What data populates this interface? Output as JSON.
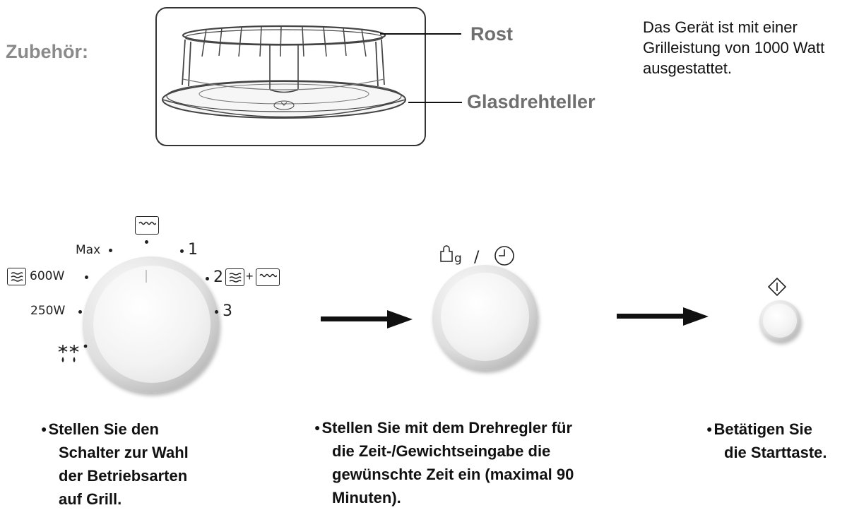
{
  "accessories": {
    "heading": "Zubehör:",
    "rack_label": "Rost",
    "plate_label": "Glasdrehteller"
  },
  "info_text": "Das Gerät ist mit einer Grilleistung von 1000 Watt ausgestattet.",
  "mode_dial": {
    "labels": {
      "max": "Max",
      "w600": "600W",
      "w250": "250W",
      "one": "1",
      "two": "2",
      "three": "3"
    },
    "icons": [
      "grill-icon",
      "microwave-icon",
      "defrost-icon",
      "combi-microwave-icon",
      "combi-grill-icon"
    ]
  },
  "time_dial": {
    "icons": [
      "weight-icon",
      "slash",
      "clock-icon"
    ],
    "weight_unit": "g",
    "separator": "/"
  },
  "start_button": {
    "icons": [
      "start-icon"
    ]
  },
  "steps": [
    {
      "lines": [
        "Stellen Sie den",
        "Schalter zur Wahl",
        "der Betriebsarten",
        "auf Grill."
      ]
    },
    {
      "lines": [
        "Stellen Sie mit dem Drehregler für",
        "die Zeit-/Gewichtseingabe die",
        "gewünschte Zeit ein (maximal 90",
        "Minuten)."
      ]
    },
    {
      "lines": [
        "Betätigen Sie",
        "die Starttaste."
      ]
    }
  ]
}
